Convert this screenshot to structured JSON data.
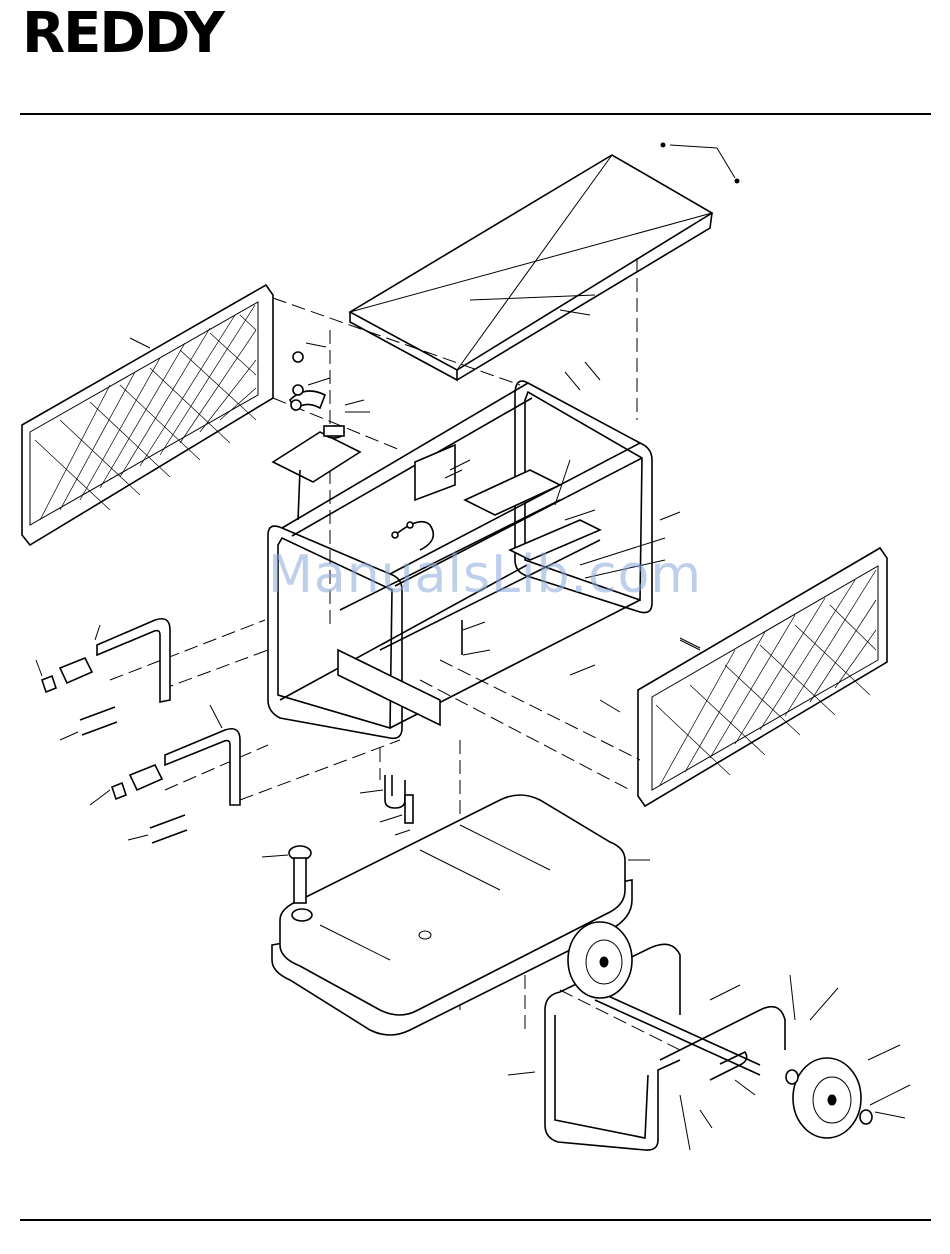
{
  "header": {
    "brand": "REDDY"
  },
  "watermark": {
    "text": "ManualsLib.com"
  },
  "diagram": {
    "parts": [
      "top-cover",
      "left-grille",
      "right-grille",
      "frame",
      "fuel-tank",
      "fuel-cap",
      "wheel-axle-frame",
      "wheel-left",
      "wheel-right",
      "handle-upper",
      "handle-lower",
      "handle-grip-upper",
      "handle-grip-lower",
      "mount-plate",
      "mount-bracket",
      "ground-cable",
      "fuel-line"
    ]
  },
  "colors": {
    "line": "#000000",
    "watermark": "#8aa8dc"
  }
}
